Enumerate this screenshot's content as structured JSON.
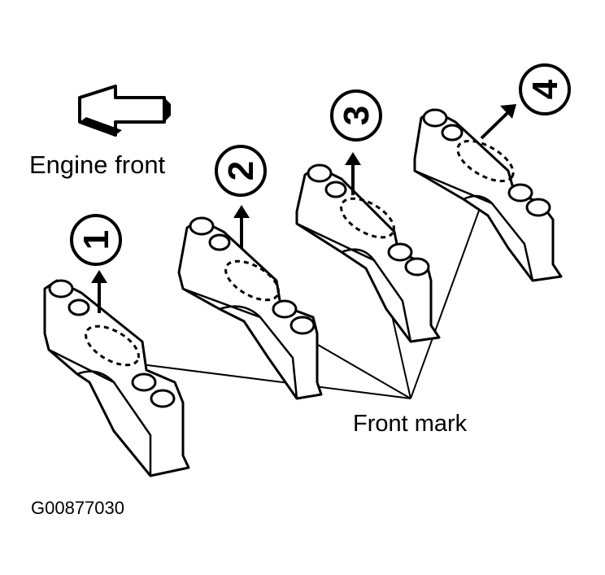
{
  "labels": {
    "engine_front": "Engine front",
    "front_mark": "Front mark",
    "figure_id": "G00877030"
  },
  "caps": [
    {
      "number": "1"
    },
    {
      "number": "2"
    },
    {
      "number": "3"
    },
    {
      "number": "4"
    }
  ],
  "icons": {
    "direction_arrow": "engine-front-arrow-icon"
  }
}
